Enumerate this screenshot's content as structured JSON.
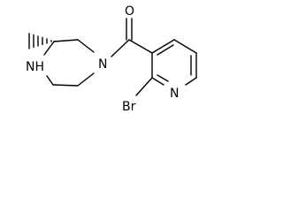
{
  "molecule": {
    "atoms": {
      "oxygen": "O",
      "amide_nitrogen": "N",
      "amine_nitrogen": "NH",
      "pyridine_nitrogen": "N",
      "bromine": "Br"
    }
  },
  "colors": {
    "background": "#ffffff",
    "ink": "#000000"
  }
}
